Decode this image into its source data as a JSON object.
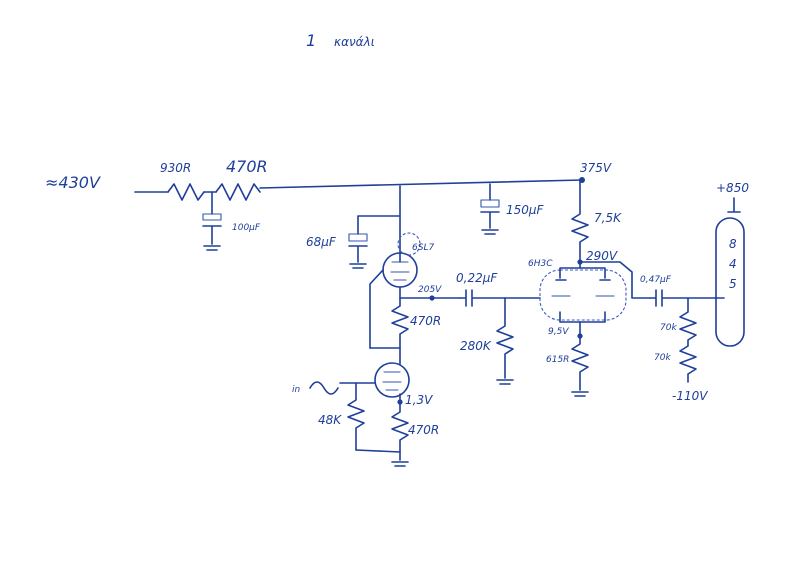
{
  "title": {
    "number": "1",
    "text": "κανάλι"
  },
  "supply": {
    "input_voltage": "≈430V",
    "r1": "930R",
    "r2": "470R",
    "cap": "100μF"
  },
  "caps": {
    "c68": "68μF",
    "c150": "150μF",
    "c022": "0,22μF",
    "c047": "0,47μF"
  },
  "nodes": {
    "b375": "375V",
    "v290": "290V",
    "v205": "205V",
    "v95": "9,5V",
    "v13": "1,3V",
    "plus850": "+850",
    "minus110": "-110V"
  },
  "tubes": {
    "t1": "6SL7",
    "t2": "6H3C"
  },
  "resistors": {
    "r470a": "470R",
    "r470b": "470R",
    "r48k": "48K",
    "r280k": "280K",
    "r75k": "7,5K",
    "r615": "615R",
    "r70k1": "70k",
    "r70k2": "70k"
  },
  "input": {
    "label": "in"
  },
  "crt": {
    "pins": [
      "8",
      "4",
      "5"
    ]
  }
}
